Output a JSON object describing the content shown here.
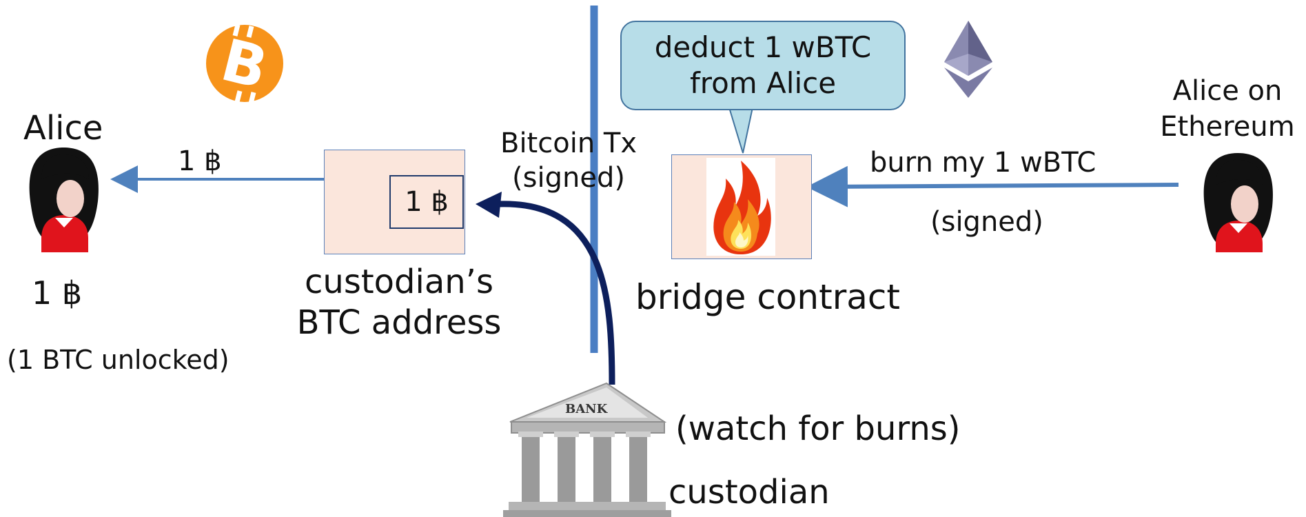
{
  "left_chain": {
    "alice_label": "Alice",
    "arrow_amount": "1 ฿",
    "alice_balance": "1 ฿",
    "unlock_note": "(1 BTC unlocked)"
  },
  "custodian_address": {
    "balance": "1 ฿",
    "label_line1": "custodian’s",
    "label_line2": "BTC address"
  },
  "bitcoin_tx": {
    "line1": "Bitcoin Tx",
    "line2": "(signed)"
  },
  "bubble": {
    "line1": "deduct 1 wBTC",
    "line2": "from Alice"
  },
  "bridge": {
    "label": "bridge contract"
  },
  "right_chain": {
    "alice_line1": "Alice on",
    "alice_line2": "Ethereum",
    "burn_label": "burn my 1 wBTC",
    "signed_label": "(signed)"
  },
  "custodian": {
    "bank_sign": "BANK",
    "watch_note": "(watch for burns)",
    "label": "custodian"
  },
  "colors": {
    "bitcoin_orange": "#f7931a",
    "arrow_blue": "#4f81bd",
    "divider_blue": "#4a7ec3",
    "tx_arrow_navy": "#0d1f5c",
    "box_fill": "#fbe6dc",
    "bubble_fill": "#b7dde8"
  },
  "icons": [
    "bitcoin-logo-icon",
    "ethereum-logo-icon",
    "alice-avatar-icon",
    "fire-icon",
    "bank-icon"
  ]
}
